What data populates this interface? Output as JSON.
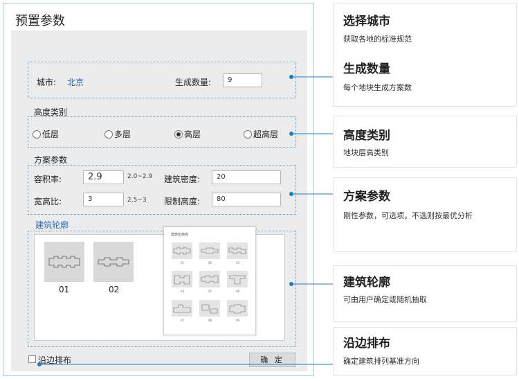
{
  "panel": {
    "title": "预置参数",
    "city": {
      "label": "城市:",
      "value": "北京"
    },
    "count": {
      "label": "生成数量:",
      "value": "9"
    },
    "height_category": {
      "label": "高度类别",
      "options": [
        {
          "label": "低层",
          "selected": false
        },
        {
          "label": "多层",
          "selected": false
        },
        {
          "label": "高层",
          "selected": true
        },
        {
          "label": "超高层",
          "selected": false
        }
      ]
    },
    "scheme": {
      "label": "方案参数",
      "far": {
        "label": "容积率:",
        "value": "2.9",
        "range": "2.0~2.9"
      },
      "density": {
        "label": "建筑密度:",
        "value": "20"
      },
      "ratio": {
        "label": "宽高比:",
        "value": "3",
        "range": "2.5~3"
      },
      "height_limit": {
        "label": "限制高度:",
        "value": "80"
      }
    },
    "profile": {
      "label": "建筑轮廓",
      "shapes": [
        {
          "num": "01"
        },
        {
          "num": "02"
        }
      ],
      "popup": {
        "title": "建筑轮廓库",
        "thumbs": [
          {
            "num": "01"
          },
          {
            "num": "02"
          },
          {
            "num": "03"
          },
          {
            "num": "04"
          },
          {
            "num": "05"
          },
          {
            "num": "06"
          },
          {
            "num": "07"
          },
          {
            "num": "08"
          },
          {
            "num": "09"
          }
        ]
      }
    },
    "edge": {
      "label": "沿边排布",
      "checked": false
    },
    "confirm_label": "确 定"
  },
  "annotations": [
    {
      "title": "选择城市",
      "desc": "获取各地的标准规范"
    },
    {
      "title": "生成数量",
      "desc": "每个地块生成方案数"
    },
    {
      "title": "高度类别",
      "desc": "地块层高类别"
    },
    {
      "title": "方案参数",
      "desc": "刚性参数，可选项，不选则按最优分析"
    },
    {
      "title": "建筑轮廓",
      "desc": "可由用户确定或随机抽取"
    },
    {
      "title": "沿边排布",
      "desc": "确定建筑排列基准方向"
    }
  ],
  "colors": {
    "accent": "#1a7fc4",
    "label_blue": "#2a64b3",
    "panel_border": "#9ecbe6"
  }
}
